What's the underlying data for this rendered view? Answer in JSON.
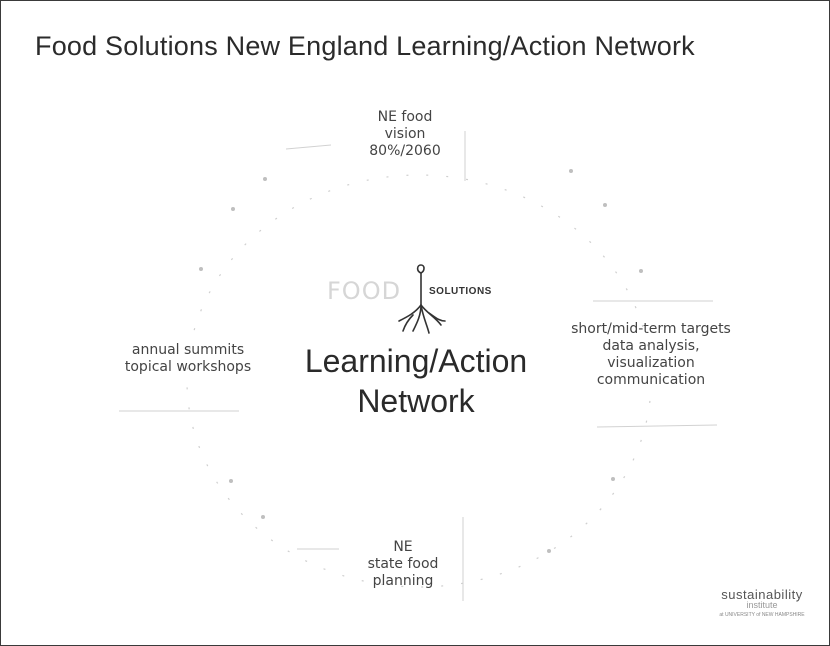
{
  "title": "Food Solutions New England Learning/Action Network",
  "center": {
    "line1": "Learning/Action",
    "line2": "Network",
    "logo_text": "SOLUTIONS",
    "logo_faint_text": "FOOD"
  },
  "nodes": {
    "top": [
      "NE food",
      "vision",
      "80%/2060"
    ],
    "right": [
      "short/mid-term targets",
      "data analysis,",
      "visualization",
      "communication"
    ],
    "bottom": [
      "NE",
      "state food",
      "planning"
    ],
    "left": [
      "annual summits",
      "topical workshops"
    ]
  },
  "badge": {
    "name": "sustainability",
    "tag": "institute",
    "line": "at UNIVERSITY of NEW HAMPSHIRE"
  },
  "colors": {
    "text": "#2a2a2a",
    "faint": "#c8c8c8",
    "border": "#3a3a3a"
  }
}
